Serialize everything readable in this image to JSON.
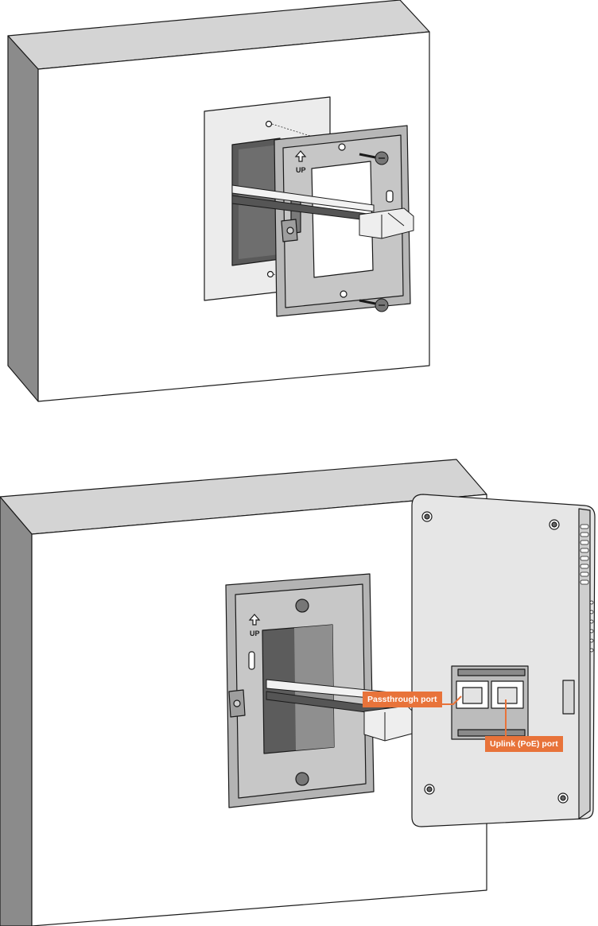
{
  "figure_top": {
    "bracket_label": "UP"
  },
  "figure_bottom": {
    "bracket_label": "UP",
    "callouts": {
      "passthrough": "Passthrough port",
      "uplink": "Uplink (PoE) port"
    }
  },
  "colors": {
    "callout": "#e8733a",
    "wall_face": "#ffffff",
    "wall_side": "#8a8a8a",
    "wall_top": "#d4d4d4",
    "bracket": "#b4b4b4",
    "outline": "#1a1a1a"
  }
}
